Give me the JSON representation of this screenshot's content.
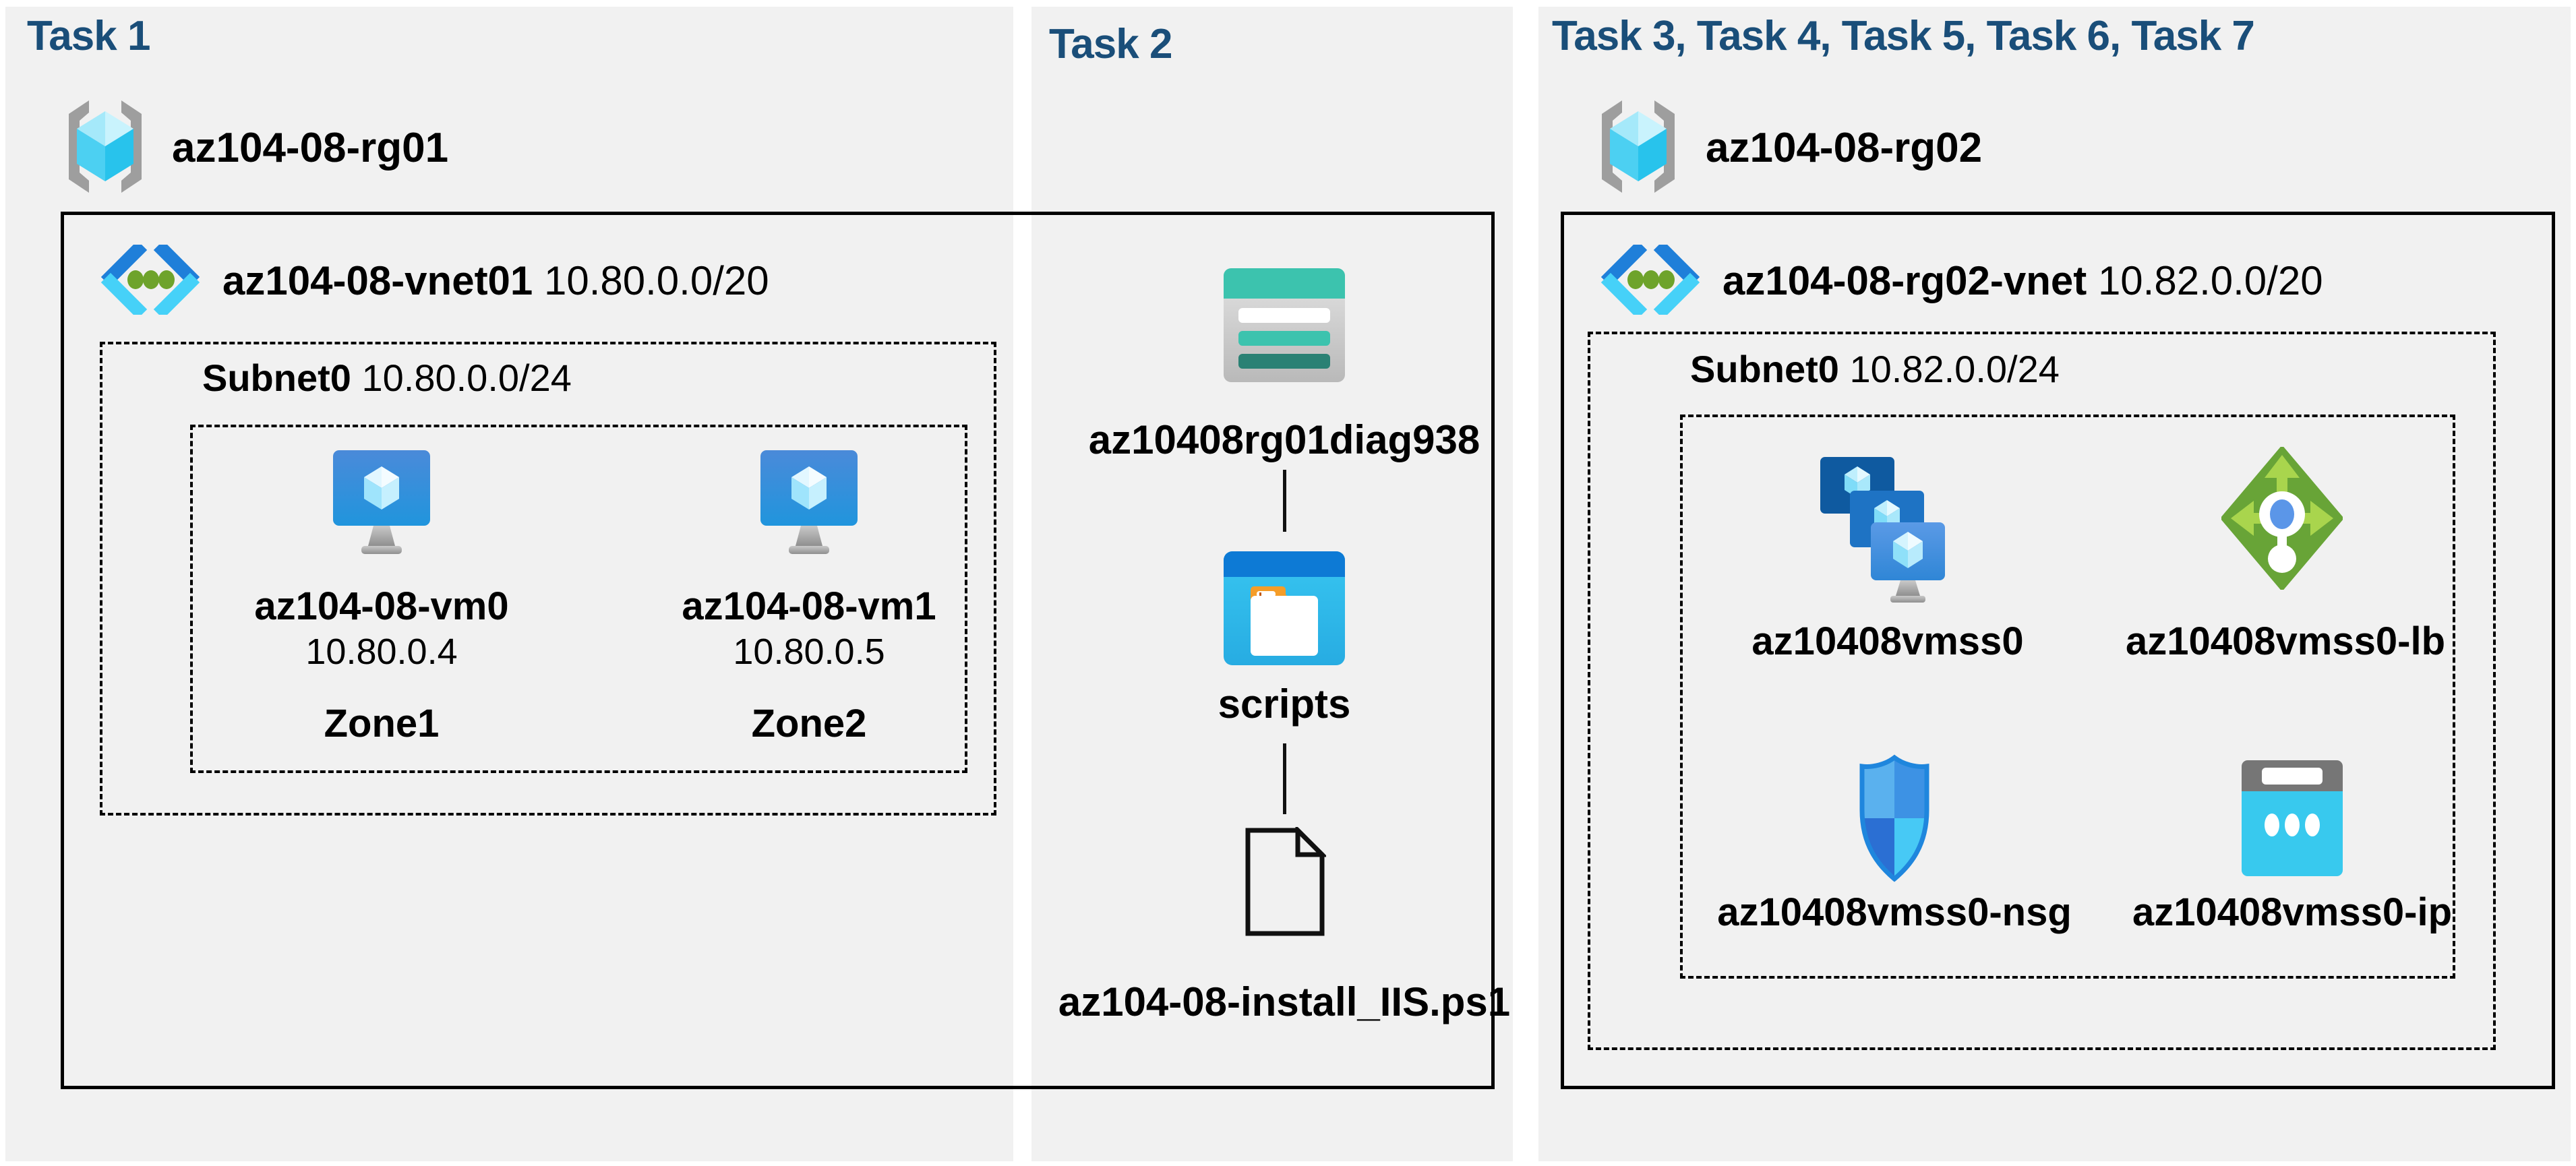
{
  "columns": {
    "task1": {
      "header": "Task 1"
    },
    "task2": {
      "header": "Task 2"
    },
    "task37": {
      "header": "Task 3, Task 4, Task 5, Task 6, Task 7"
    }
  },
  "resource_groups": {
    "rg01": {
      "name": "az104-08-rg01"
    },
    "rg02": {
      "name": "az104-08-rg02"
    }
  },
  "vnets": {
    "vnet01": {
      "name": "az104-08-vnet01",
      "cidr": "10.80.0.0/20",
      "subnet": {
        "name": "Subnet0",
        "cidr": "10.80.0.0/24"
      }
    },
    "vnet02": {
      "name": "az104-08-rg02-vnet",
      "cidr": "10.82.0.0/20",
      "subnet": {
        "name": "Subnet0",
        "cidr": "10.82.0.0/24"
      }
    }
  },
  "vms": {
    "vm0": {
      "name": "az104-08-vm0",
      "ip": "10.80.0.4",
      "zone": "Zone1"
    },
    "vm1": {
      "name": "az104-08-vm1",
      "ip": "10.80.0.5",
      "zone": "Zone2"
    }
  },
  "storage": {
    "account": "az10408rg01diag938",
    "container": "scripts",
    "file": "az104-08-install_IIS.ps1"
  },
  "vmss": {
    "name": "az10408vmss0",
    "lb": "az10408vmss0-lb",
    "nsg": "az10408vmss0-nsg",
    "ip": "az10408vmss0-ip"
  },
  "icons": {
    "rg01": "resource-group-icon",
    "rg02": "resource-group-icon",
    "vnet": "virtual-network-icon",
    "vm": "virtual-machine-icon",
    "storage": "storage-account-icon",
    "container": "blob-container-icon",
    "file": "file-icon",
    "vmss": "vm-scale-set-icon",
    "lb": "load-balancer-icon",
    "nsg": "network-security-group-icon",
    "pip": "public-ip-icon"
  },
  "colors": {
    "header_navy": "#1a4e79",
    "column_gray": "#f1f1f1",
    "teal": "#3cc3ae",
    "teal_dark": "#2a8174",
    "azure_blue": "#2f86d6",
    "cyan": "#38c9ee",
    "folder_orange": "#f59d28",
    "lb_green": "#68a437",
    "line_black": "#000000"
  }
}
